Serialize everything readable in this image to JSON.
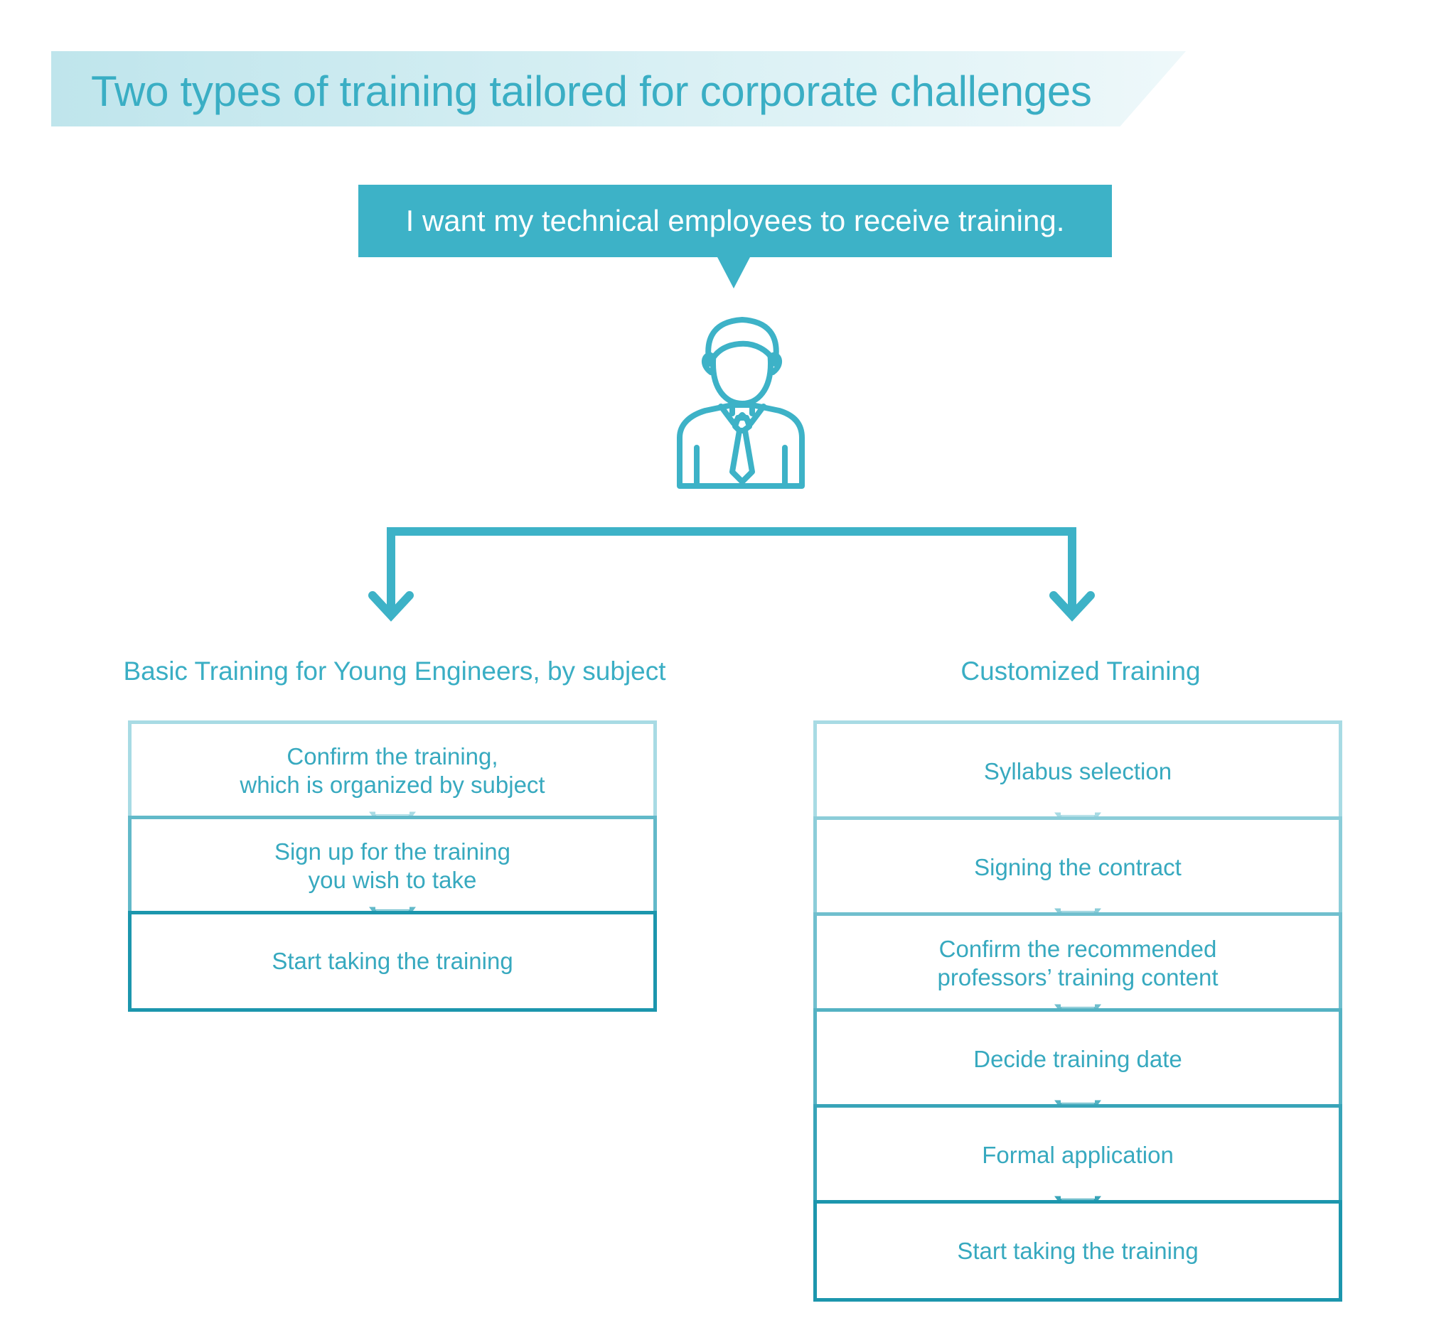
{
  "title": "Two types of training tailored for corporate challenges",
  "speech_bubble": "I want my technical employees to receive training.",
  "icons": {
    "person": "businessman-icon",
    "branch": "branch-arrow-icon"
  },
  "colors": {
    "primary": "#3db2c7",
    "title_text": "#3aaec4",
    "banner_light": "#bfe5ec",
    "step_light": "#a8dbe4",
    "step_dark": "#1c96ad"
  },
  "basic": {
    "heading": "Basic Training for Young Engineers, by subject",
    "steps": [
      [
        "Confirm the training,",
        "which is organized by subject"
      ],
      [
        "Sign up for the training",
        "you wish to take"
      ],
      [
        "Start taking the training"
      ]
    ]
  },
  "custom": {
    "heading": "Customized Training",
    "steps": [
      [
        "Syllabus selection"
      ],
      [
        "Signing the contract"
      ],
      [
        "Confirm the recommended",
        "professors’ training content"
      ],
      [
        "Decide training date"
      ],
      [
        "Formal application"
      ],
      [
        "Start taking the training"
      ]
    ]
  }
}
